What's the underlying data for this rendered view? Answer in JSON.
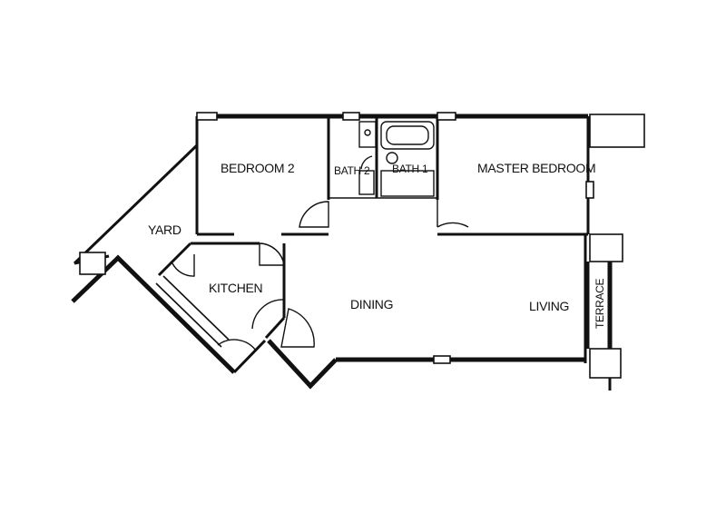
{
  "plan": {
    "rooms": {
      "bedroom2": "BEDROOM 2",
      "bath2": "BATH 2",
      "bath1": "BATH 1",
      "master": "MASTER BEDROOM",
      "yard": "YARD",
      "kitchen": "KITCHEN",
      "dining": "DINING",
      "living": "LIVING",
      "terrace": "TERRACE"
    }
  }
}
